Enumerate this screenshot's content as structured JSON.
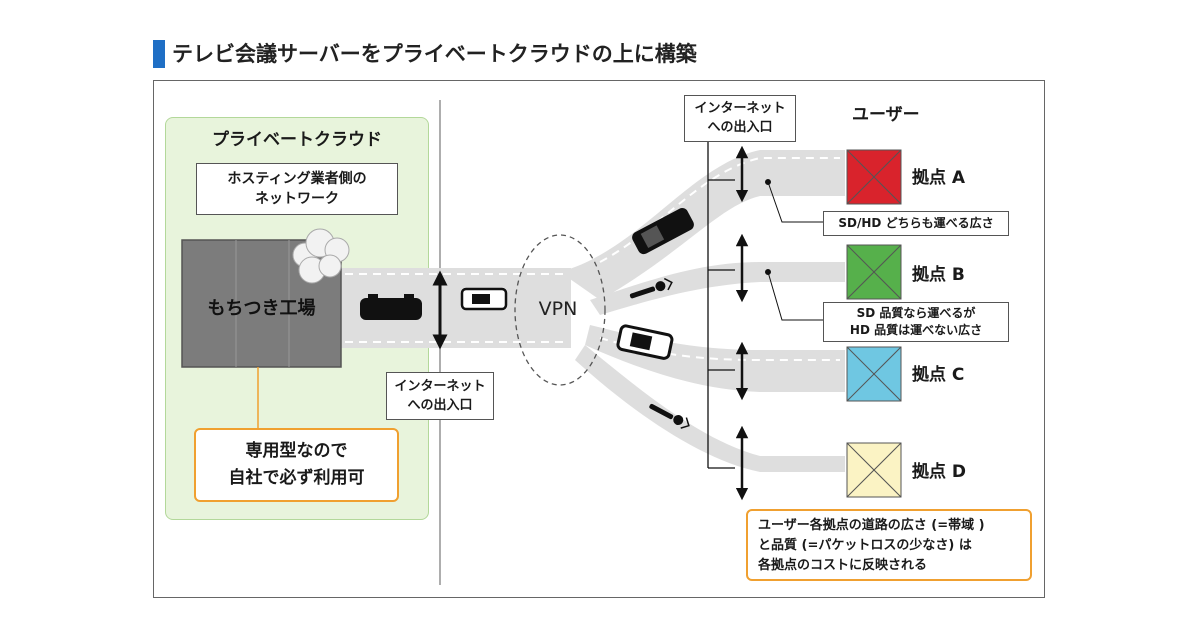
{
  "title": "テレビ会議サーバーをプライベートクラウドの上に構築",
  "private_cloud": {
    "label": "プライベートクラウド",
    "hosting_line1": "ホスティング業者側の",
    "hosting_line2": "ネットワーク",
    "factory": "もちつき工場",
    "dedicated_line1": "専用型なので",
    "dedicated_line2": "自社で必ず利用可"
  },
  "gate_left": {
    "line1": "インターネット",
    "line2": "への出入口"
  },
  "gate_right": {
    "line1": "インターネット",
    "line2": "への出入口"
  },
  "vpn": "VPN",
  "users": {
    "label": "ユーザー",
    "sites": [
      {
        "name": "拠点 A",
        "color": "#d9232c"
      },
      {
        "name": "拠点 B",
        "color": "#56b04b"
      },
      {
        "name": "拠点 C",
        "color": "#6fc7e2"
      },
      {
        "name": "拠点 D",
        "color": "#fbf3c4"
      }
    ]
  },
  "notes": {
    "a": "SD/HD どちらも運べる広さ",
    "b_line1": "SD 品質なら運べるが",
    "b_line2": "HD 品質は運べない広さ",
    "bottom_line1": "ユーザー各拠点の道路の広さ (=帯域 )",
    "bottom_line2": "と品質 (=パケットロスの少なさ) は",
    "bottom_line3": "各拠点のコストに反映される"
  },
  "colors": {
    "accent": "#1f6fc5",
    "cloud_bg": "#e8f4dc",
    "highlight_border": "#f0a030",
    "road": "#dedede"
  },
  "icons": [
    "car-icon",
    "bicycle-icon",
    "cloud-smoke-icon",
    "double-arrow-icon"
  ]
}
